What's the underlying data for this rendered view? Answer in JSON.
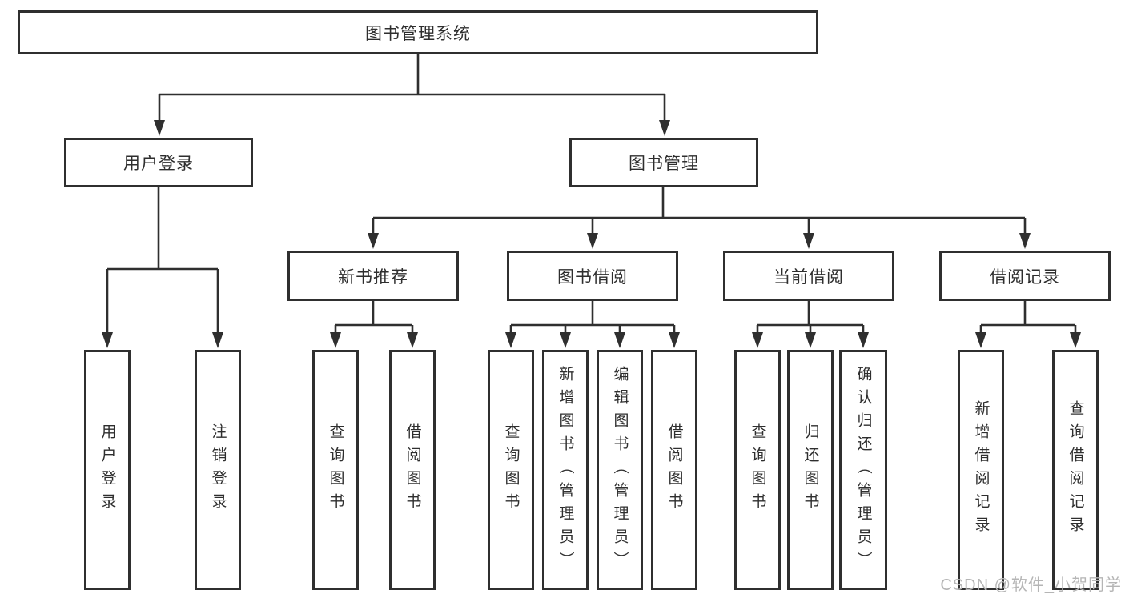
{
  "tree": {
    "label": "图书管理系统",
    "children": [
      {
        "label": "用户登录",
        "children": [
          {
            "label": "用户登录"
          },
          {
            "label": "注销登录"
          }
        ]
      },
      {
        "label": "图书管理",
        "children": [
          {
            "label": "新书推荐",
            "children": [
              {
                "label": "查询图书"
              },
              {
                "label": "借阅图书"
              }
            ]
          },
          {
            "label": "图书借阅",
            "children": [
              {
                "label": "查询图书"
              },
              {
                "label": "新增图书（管理员）"
              },
              {
                "label": "编辑图书（管理员）"
              },
              {
                "label": "借阅图书"
              }
            ]
          },
          {
            "label": "当前借阅",
            "children": [
              {
                "label": "查询图书"
              },
              {
                "label": "归还图书"
              },
              {
                "label": "确认归还（管理员）"
              }
            ]
          },
          {
            "label": "借阅记录",
            "children": [
              {
                "label": "新增借阅记录"
              },
              {
                "label": "查询借阅记录"
              }
            ]
          }
        ]
      }
    ]
  },
  "watermark": "CSDN @软件_小贺同学",
  "colors": {
    "line": "#2f2f2f",
    "box_border": "#2f2f2f",
    "box_bg": "#ffffff",
    "text": "#2e2e2e",
    "watermark": "#b5b5b5"
  }
}
